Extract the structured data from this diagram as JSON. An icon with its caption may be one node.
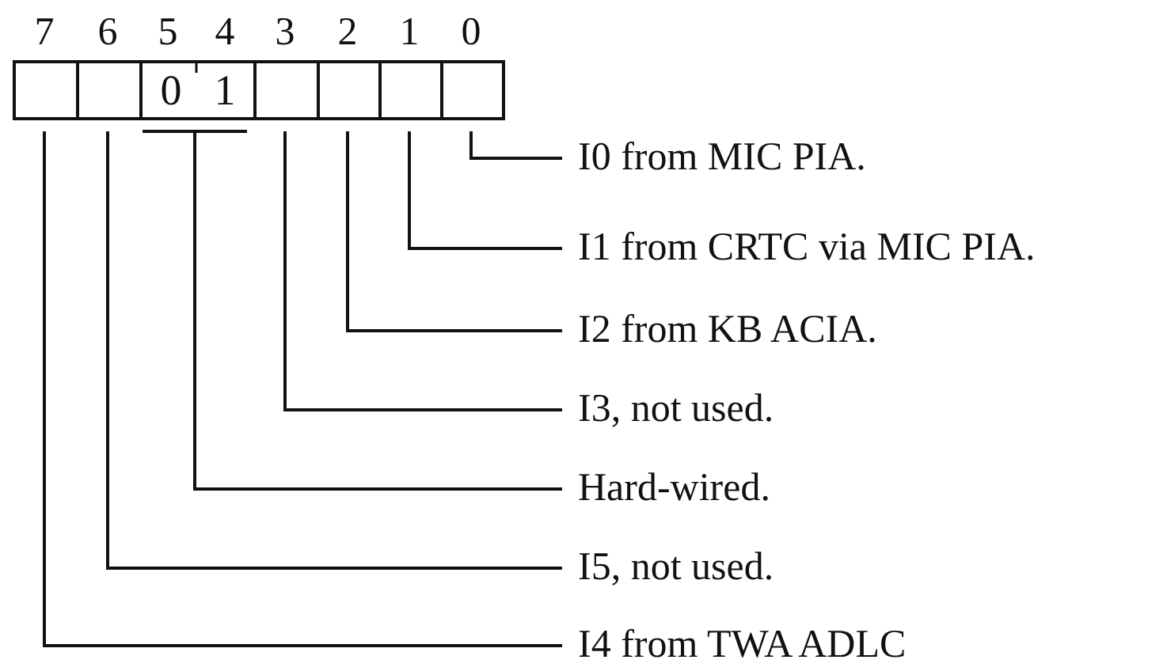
{
  "diagram": {
    "nodes": [
      {
        "text": [],
        "shape": "box"
      },
      {
        "text": [],
        "shape": "box"
      },
      {
        "text": [
          "0"
        ]
      },
      {
        "text": [
          "1"
        ]
      },
      {
        "text": [],
        "shape": "box"
      },
      {
        "text": [],
        "shape": "box"
      },
      {
        "text": [],
        "shape": "box"
      },
      {
        "text": [],
        "shape": "box"
      },
      {
        "text": [
          "I0 from MIC PIA."
        ]
      },
      {
        "text": [
          "I1 from CRTC via MIC PIA."
        ]
      },
      {
        "text": [
          "I2 from KB ACIA."
        ]
      },
      {
        "text": [
          "I3, not used."
        ]
      },
      {
        "text": [
          "Hard-wired."
        ]
      },
      {
        "text": [
          "I5, not used."
        ]
      },
      {
        "text": [
          "I4 from TWA ADLC"
        ]
      }
    ],
    "edges": [
      {
        "from": 7,
        "to": 8,
        "arrow": "none"
      },
      {
        "from": 6,
        "to": 9,
        "arrow": "none"
      },
      {
        "from": 5,
        "to": 10,
        "arrow": "none"
      },
      {
        "from": 4,
        "to": 11,
        "arrow": "none"
      },
      {
        "from": 2,
        "to": 12,
        "arrow": "none"
      },
      {
        "from": 3,
        "to": 12,
        "arrow": "none"
      },
      {
        "from": 1,
        "to": 13,
        "arrow": "none"
      },
      {
        "from": 0,
        "to": 14,
        "arrow": "none"
      }
    ],
    "labels": [
      "7",
      "6",
      "5",
      "4",
      "3",
      "2",
      "1",
      "0"
    ]
  }
}
